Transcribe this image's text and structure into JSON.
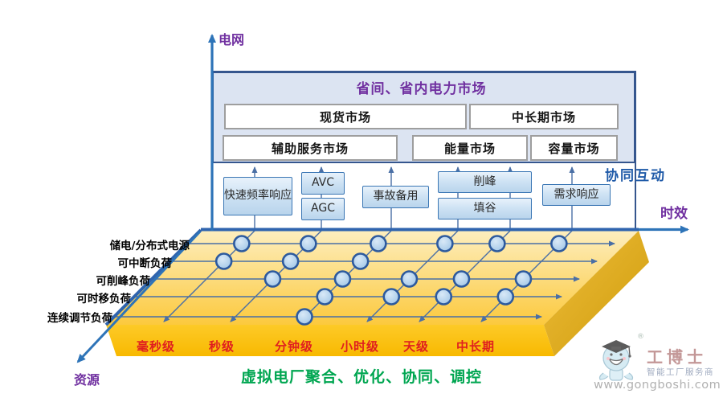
{
  "axes": {
    "vertical": "电网",
    "horizontal": "时效",
    "depth": "资源"
  },
  "market": {
    "title": "省间、省内电力市场",
    "spot": "现货市场",
    "medium_long": "中长期市场",
    "ancillary": "辅助服务市场",
    "energy": "能量市场",
    "capacity": "容量市场"
  },
  "services": {
    "coordination_label": "协同互动",
    "fast_freq": "快速频率响应",
    "avc": "AVC",
    "agc": "AGC",
    "reserve": "事故备用",
    "peak_shaving": "削峰",
    "valley_filling": "填谷",
    "demand_response": "需求响应"
  },
  "plane": {
    "row_labels": [
      "储电/分布式电源",
      "可中断负荷",
      "可削峰负荷",
      "可时移负荷",
      "连续调节负荷"
    ],
    "column_labels": [
      "毫秒级",
      "秒级",
      "分钟级",
      "小时级",
      "天级",
      "中长期"
    ],
    "dots": [
      {
        "row": 0,
        "cols": [
          0,
          1,
          2,
          3,
          4,
          5
        ]
      },
      {
        "row": 1,
        "cols": [
          0,
          1,
          2
        ]
      },
      {
        "row": 2,
        "cols": [
          1,
          2,
          3,
          4,
          5
        ]
      },
      {
        "row": 3,
        "cols": [
          2,
          3,
          4,
          5
        ]
      },
      {
        "row": 4,
        "cols": [
          2
        ]
      }
    ]
  },
  "caption": "虚拟电厂聚合、优化、协同、调控",
  "watermark": {
    "brand": "工博士",
    "registered": "®",
    "tagline": "智能工厂服务商",
    "url": "www.gongboshi.com"
  },
  "colors": {
    "axis_blue": "#2e74b8",
    "navy_border": "#35568e",
    "purple": "#7030a0",
    "label_red": "#e01f1f",
    "caption_green": "#00a651",
    "plane_yellow": "#fcc93d"
  }
}
